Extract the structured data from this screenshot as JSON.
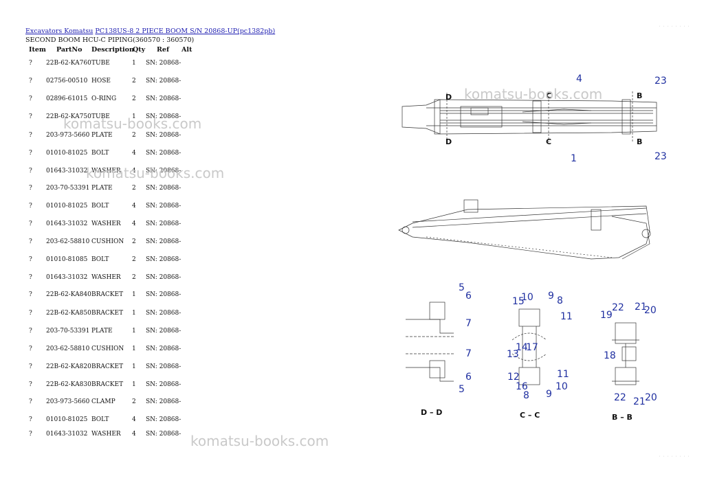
{
  "breadcrumb": {
    "link1": "Excavators Komatsu",
    "link2": "PC138US-8 2 PIECE BOOM S/N 20868-UP(pc1382pb)"
  },
  "subtitle": "SECOND BOOM HCU-C PIPING(360570 : 360570)",
  "table": {
    "headers": [
      "Item",
      "PartNo",
      "Description",
      "Qty",
      "Ref",
      "Alt"
    ],
    "rows": [
      {
        "item": "?",
        "part": "22B-62-KA760",
        "desc": "TUBE",
        "qty": "1",
        "ref": "SN: 20868-"
      },
      {
        "item": "?",
        "part": "02756-00510",
        "desc": "HOSE",
        "qty": "2",
        "ref": "SN: 20868-"
      },
      {
        "item": "?",
        "part": "02896-61015",
        "desc": "O-RING",
        "qty": "2",
        "ref": "SN: 20868-"
      },
      {
        "item": "?",
        "part": "22B-62-KA750",
        "desc": "TUBE",
        "qty": "1",
        "ref": "SN: 20868-"
      },
      {
        "item": "?",
        "part": "203-973-5660",
        "desc": "PLATE",
        "qty": "2",
        "ref": "SN: 20868-"
      },
      {
        "item": "?",
        "part": "01010-81025",
        "desc": "BOLT",
        "qty": "4",
        "ref": "SN: 20868-"
      },
      {
        "item": "?",
        "part": "01643-31032",
        "desc": "WASHER",
        "qty": "4",
        "ref": "SN: 20868-"
      },
      {
        "item": "?",
        "part": "203-70-53391",
        "desc": "PLATE",
        "qty": "2",
        "ref": "SN: 20868-"
      },
      {
        "item": "?",
        "part": "01010-81025",
        "desc": "BOLT",
        "qty": "4",
        "ref": "SN: 20868-"
      },
      {
        "item": "?",
        "part": "01643-31032",
        "desc": "WASHER",
        "qty": "4",
        "ref": "SN: 20868-"
      },
      {
        "item": "?",
        "part": "203-62-58810",
        "desc": "CUSHION",
        "qty": "2",
        "ref": "SN: 20868-"
      },
      {
        "item": "?",
        "part": "01010-81085",
        "desc": "BOLT",
        "qty": "2",
        "ref": "SN: 20868-"
      },
      {
        "item": "?",
        "part": "01643-31032",
        "desc": "WASHER",
        "qty": "2",
        "ref": "SN: 20868-"
      },
      {
        "item": "?",
        "part": "22B-62-KA840",
        "desc": "BRACKET",
        "qty": "1",
        "ref": "SN: 20868-"
      },
      {
        "item": "?",
        "part": "22B-62-KA850",
        "desc": "BRACKET",
        "qty": "1",
        "ref": "SN: 20868-"
      },
      {
        "item": "?",
        "part": "203-70-53391",
        "desc": "PLATE",
        "qty": "1",
        "ref": "SN: 20868-"
      },
      {
        "item": "?",
        "part": "203-62-58810",
        "desc": "CUSHION",
        "qty": "1",
        "ref": "SN: 20868-"
      },
      {
        "item": "?",
        "part": "22B-62-KA820",
        "desc": "BRACKET",
        "qty": "1",
        "ref": "SN: 20868-"
      },
      {
        "item": "?",
        "part": "22B-62-KA830",
        "desc": "BRACKET",
        "qty": "1",
        "ref": "SN: 20868-"
      },
      {
        "item": "?",
        "part": "203-973-5660",
        "desc": "CLAMP",
        "qty": "2",
        "ref": "SN: 20868-"
      },
      {
        "item": "?",
        "part": "01010-81025",
        "desc": "BOLT",
        "qty": "4",
        "ref": "SN: 20868-"
      },
      {
        "item": "?",
        "part": "01643-31032",
        "desc": "WASHER",
        "qty": "4",
        "ref": "SN: 20868-"
      }
    ]
  },
  "watermark": "komatsu-books.com",
  "diagram": {
    "top_callouts": [
      "4",
      "23",
      "1",
      "23"
    ],
    "top_section_marks": [
      "D",
      "C",
      "B",
      "D",
      "C",
      "B"
    ],
    "dd_callouts": [
      "5",
      "6",
      "7",
      "7",
      "6",
      "5"
    ],
    "cc_callouts": [
      "15",
      "10",
      "9",
      "8",
      "11",
      "13",
      "14",
      "17",
      "12",
      "16",
      "11",
      "8",
      "9",
      "10"
    ],
    "bb_callouts": [
      "19",
      "22",
      "21",
      "20",
      "18",
      "22",
      "21",
      "20"
    ],
    "view_labels": [
      "D – D",
      "C – C",
      "B – B"
    ]
  },
  "colors": {
    "link": "#1a1ab0",
    "callout": "#1f2fa0",
    "watermark": "#c9c9c9"
  }
}
